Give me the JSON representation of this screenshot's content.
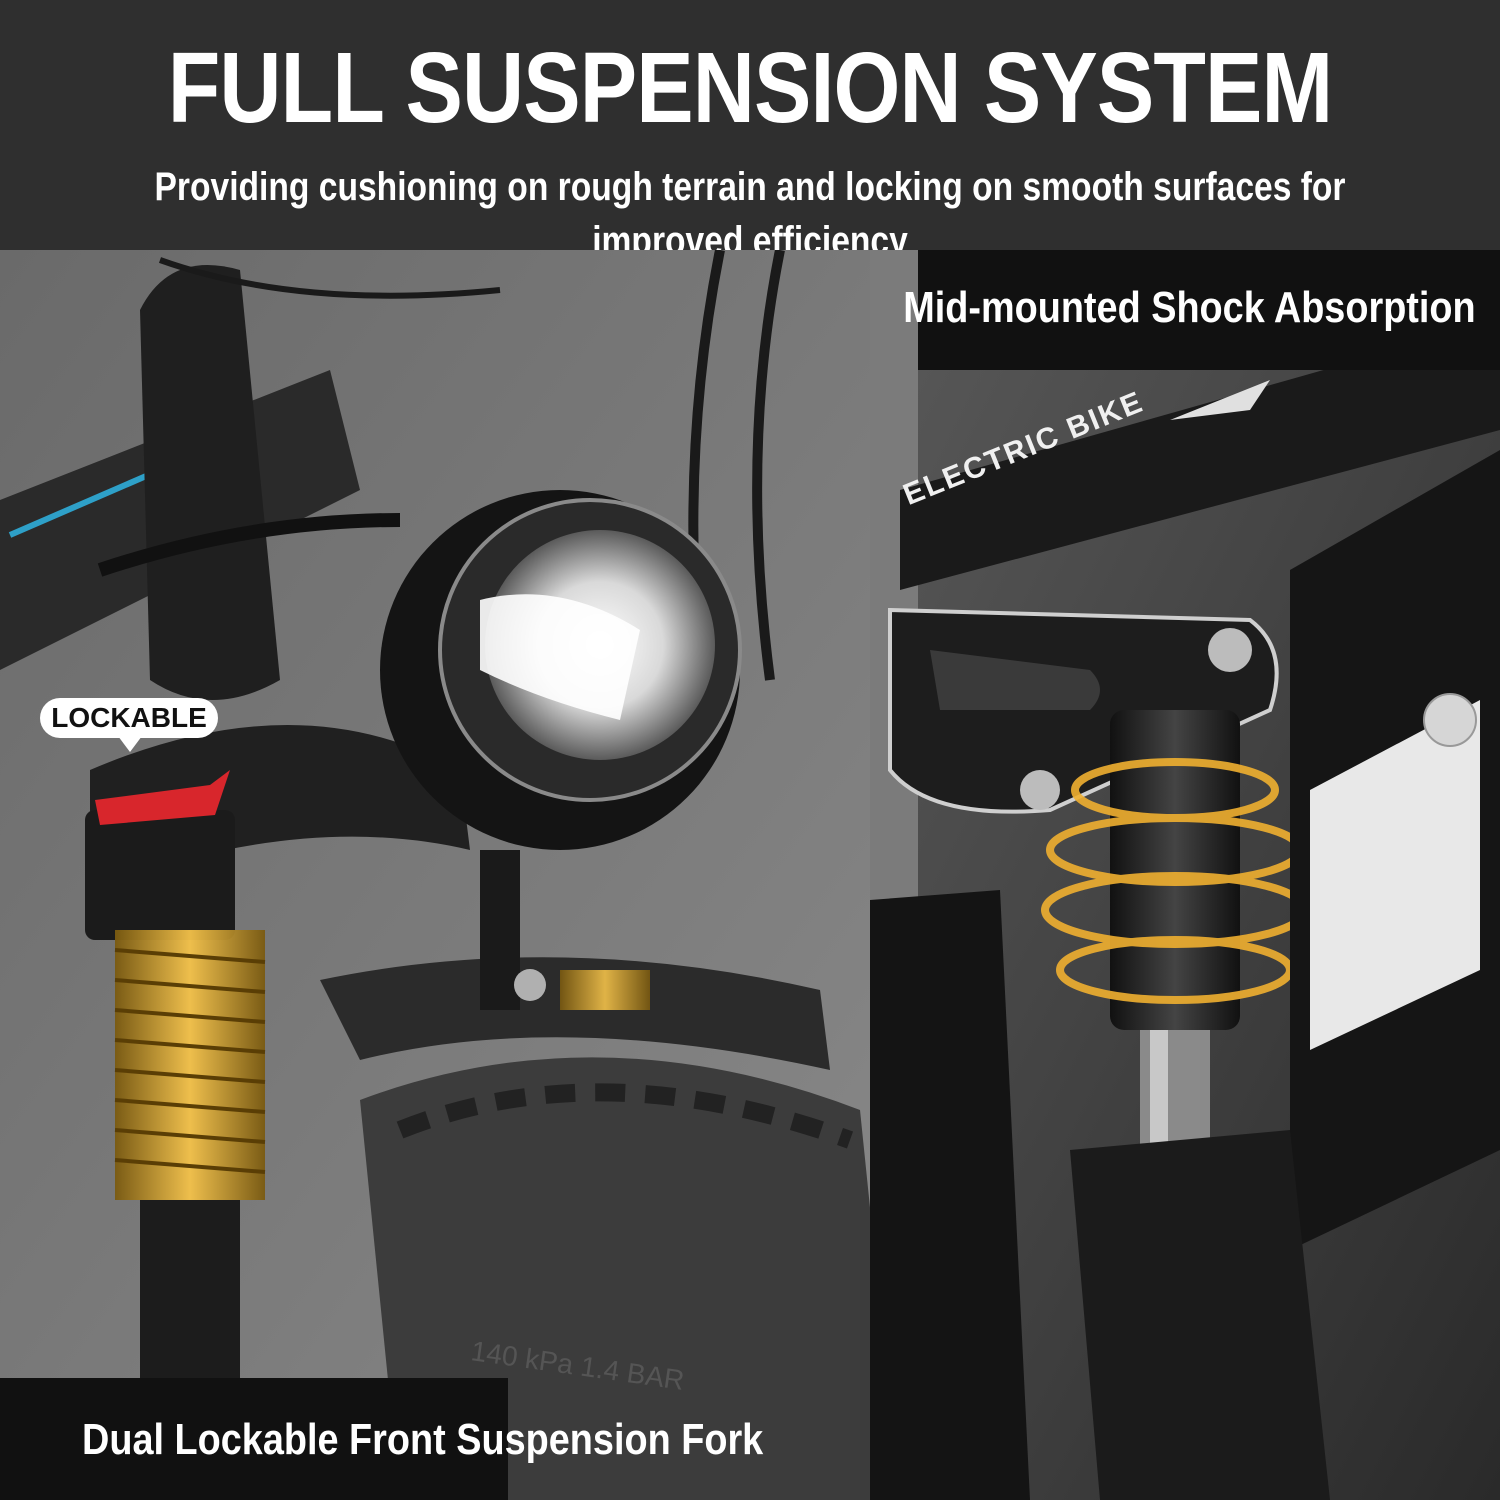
{
  "header": {
    "title": "FULL SUSPENSION SYSTEM",
    "subtitle": "Providing cushioning on rough terrain and locking on smooth surfaces for improved efficiency"
  },
  "labels": {
    "mid_mounted": "Mid-mounted Shock Absorption",
    "front_fork": "Dual Lockable Front Suspension Fork",
    "lockable_tag": "LOCKABLE"
  },
  "frame": {
    "electric_bike": "ELECTRIC BIKE"
  },
  "colors": {
    "header_bg": "#2f2f2f",
    "label_bg": "#111111",
    "spring_glow": "#f0b030",
    "lock_red": "#d8262c"
  }
}
